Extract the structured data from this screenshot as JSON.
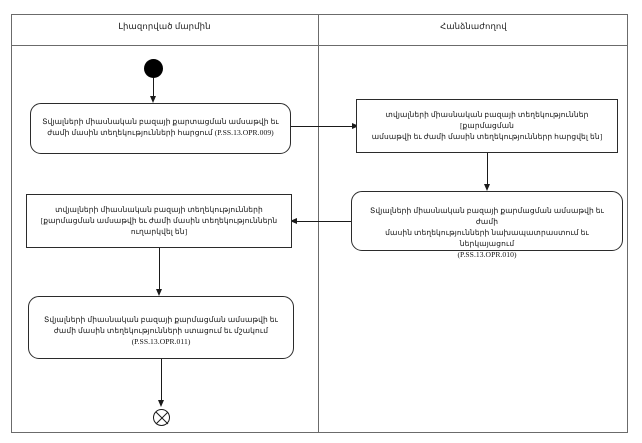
{
  "diagram": {
    "type": "uml-activity-diagram",
    "lanes": [
      {
        "id": "left",
        "title": "Լիազորված մարմին"
      },
      {
        "id": "right",
        "title": "Հանձնաժողով"
      }
    ],
    "nodes": {
      "initial": {
        "kind": "initial-node",
        "lane": "left"
      },
      "action1": {
        "kind": "action",
        "lane": "left",
        "text": "Տվյալների միասնական բազայի քարտացման ամսաթվի եւ\nժամի մասին տեղեկությունների հարցում (P.SS.13.OPR.009)"
      },
      "object1": {
        "kind": "object-node",
        "lane": "right",
        "text": "տվյալների միասնական բազայի տեղեկություններ [քարմացման\nամսաթվի եւ ժամի մասին տեղեկություններր հարցվել են]"
      },
      "action2": {
        "kind": "action",
        "lane": "right",
        "text": "Տվյալների միասնական բազայի քարմացման ամսաթվի եւ ժամի\nմասին տեղեկությունների նախապատրաստում եւ ներկայացում\n(P.SS.13.OPR.010)"
      },
      "object2": {
        "kind": "object-node",
        "lane": "left",
        "text": "տվյալների միասնական բազայի տեղեկությունների\n[քարմացման ամսաթվի եւ ժամի մասին տեղեկություններն\nուղարկվել են]"
      },
      "action3": {
        "kind": "action",
        "lane": "left",
        "text": "Տվյալների միասնական բազայի քարմացման ամսաթվի եւ\nժամի մասին տեղեկությունների ստացում եւ մշակում\n(P.SS.13.OPR.011)"
      },
      "final": {
        "kind": "flow-final-node",
        "lane": "left"
      }
    },
    "edges": [
      {
        "from": "initial",
        "to": "action1",
        "direction": "down"
      },
      {
        "from": "action1",
        "to": "object1",
        "direction": "right"
      },
      {
        "from": "object1",
        "to": "action2",
        "direction": "down"
      },
      {
        "from": "action2",
        "to": "object2",
        "direction": "left"
      },
      {
        "from": "object2",
        "to": "action3",
        "direction": "down"
      },
      {
        "from": "action3",
        "to": "final",
        "direction": "down"
      }
    ],
    "colors": {
      "frame_stroke": "#6b6b6b",
      "node_stroke": "#2b2b2b",
      "edge_stroke": "#1a1a1a",
      "background": "#ffffff",
      "text": "#111111"
    }
  }
}
